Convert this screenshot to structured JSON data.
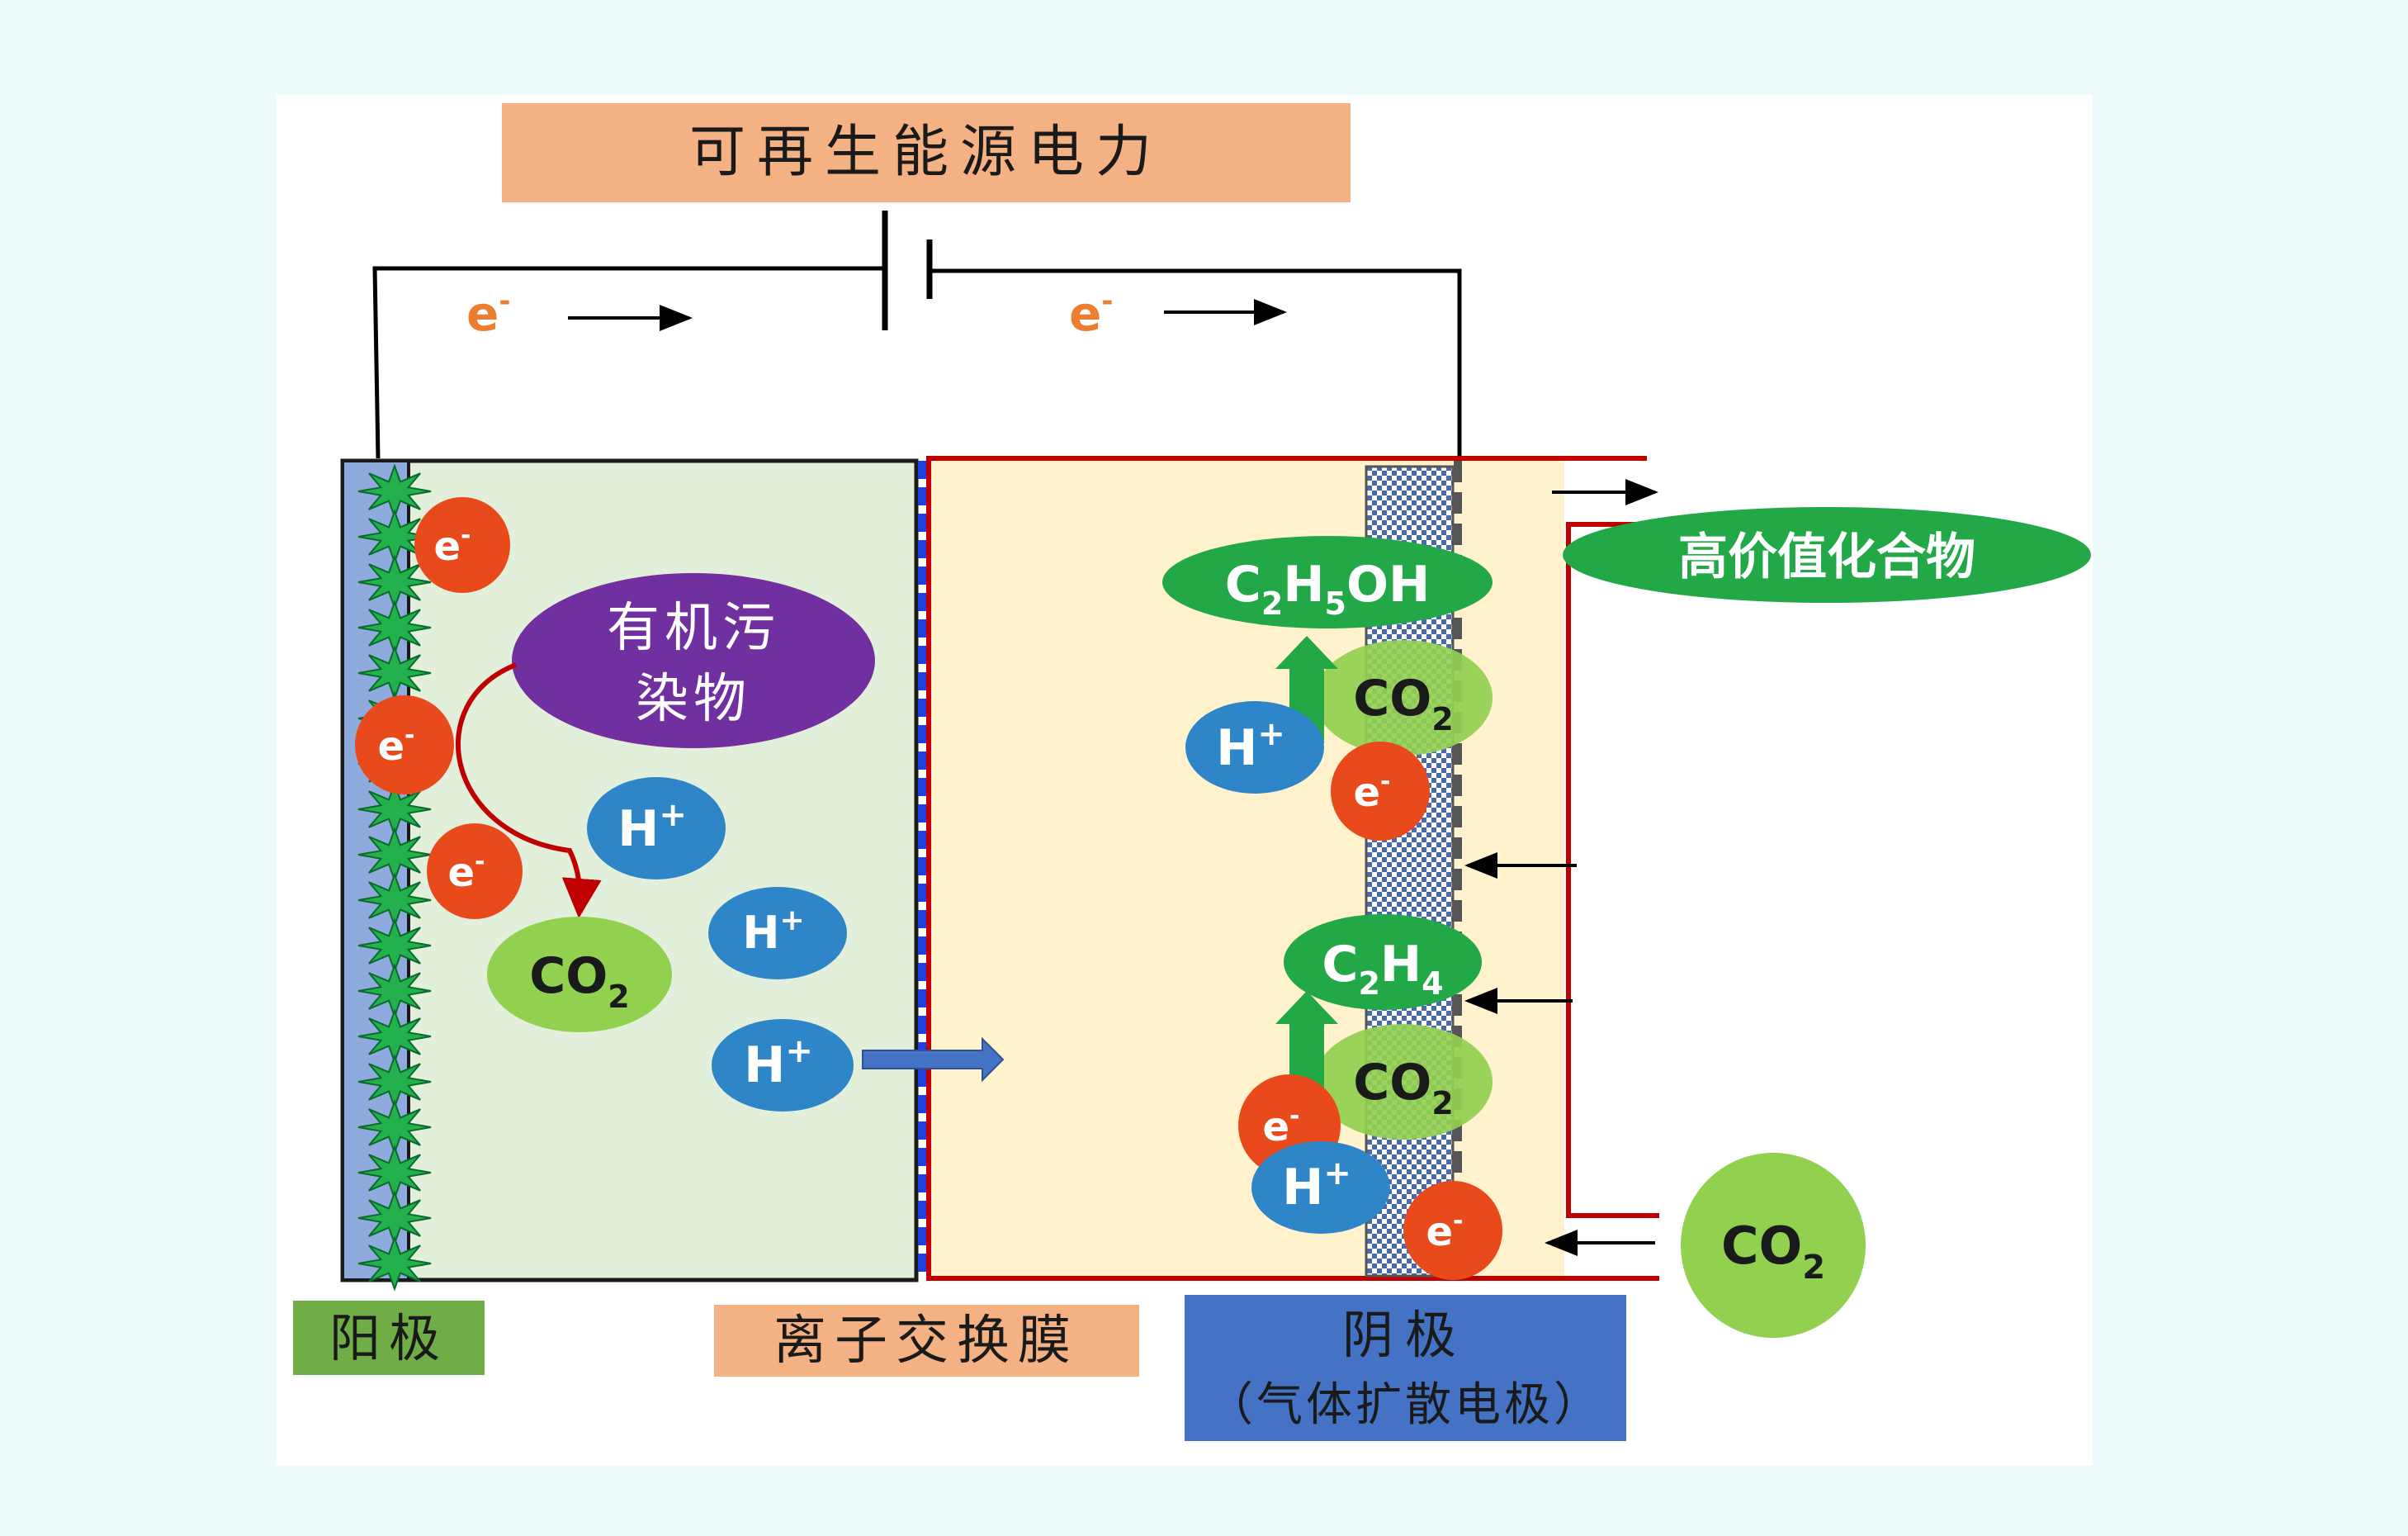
{
  "labels": {
    "power": "可再生能源电力",
    "pollutant_line1": "有机污",
    "pollutant_line2": "染物",
    "high_value": "高价值化合物",
    "anode": "阳极",
    "membrane": "离子交换膜",
    "cathode_line1": "阴极",
    "cathode_line2": "（气体扩散电极）"
  },
  "species": {
    "electron": "e",
    "electron_charge": "-",
    "proton": "H",
    "proton_charge": "+",
    "co2_main": "CO",
    "co2_sub": "2",
    "ethanol": {
      "c": "C",
      "c_sub": "2",
      "h": "H",
      "h_sub": "5",
      "rest": "OH"
    },
    "ethylene": {
      "c": "C",
      "c_sub": "2",
      "h": "H",
      "h_sub": "4"
    }
  },
  "colors": {
    "page_bg": "#eefbfd",
    "panel_bg": "#ffffff",
    "power_box": "#f4b183",
    "anode_chamber": "#e2efda",
    "cathode_chamber": "#fff2cc",
    "anode_strip": "#8faadc",
    "catalyst": "#22b14c",
    "membrane": "#1f3fe0",
    "electron_ball": "#e84a1c",
    "proton_ball": "#2e86c9",
    "co2_ball": "#92d050",
    "product_ellipse": "#22a846",
    "pollutant_ellipse": "#7030a0",
    "cathode_frame": "#c00000",
    "anode_label_bg": "#70ad47",
    "membrane_label_bg": "#f4b183",
    "cathode_label_bg": "#4472c4",
    "electron_text": "#ed7d31"
  },
  "icons": [
    "battery-symbol-icon",
    "arrow-right-icon",
    "arrow-left-icon",
    "arrow-up-icon",
    "curved-arrow-icon"
  ]
}
